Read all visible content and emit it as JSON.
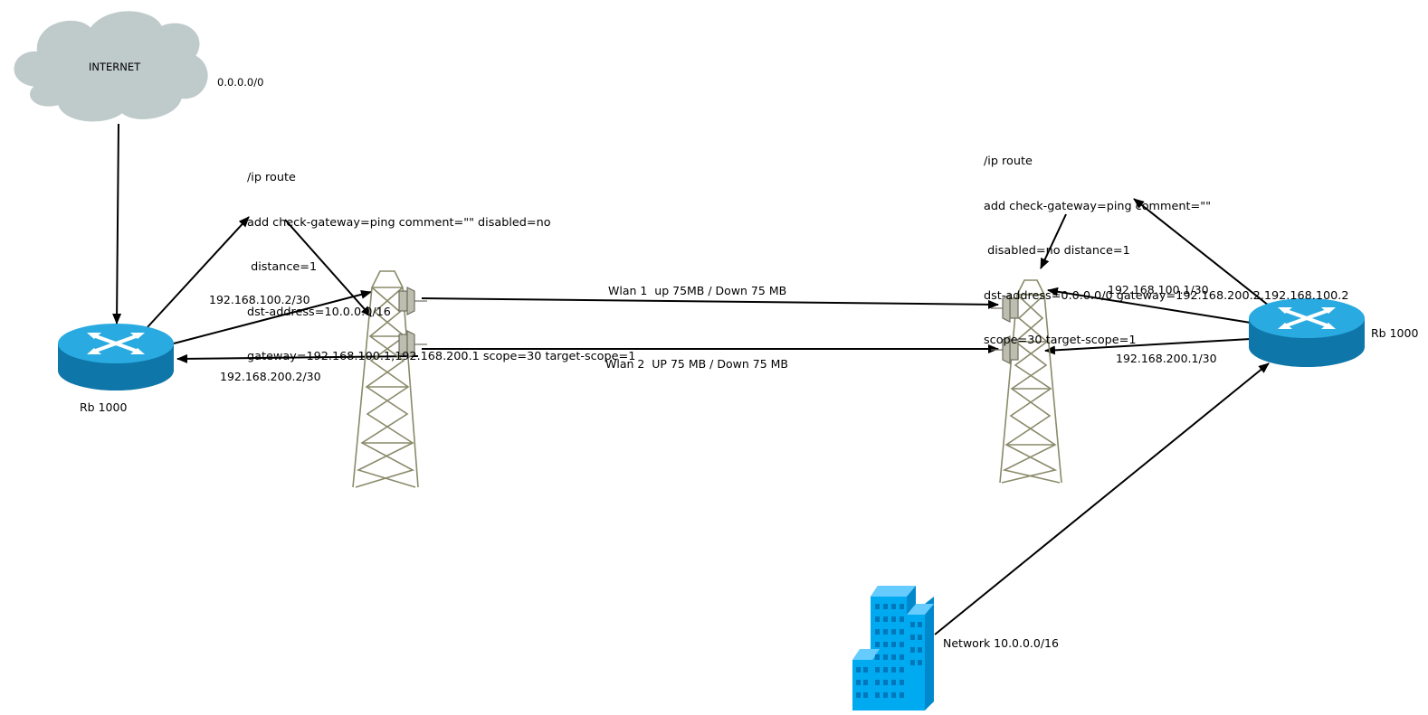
{
  "internet": {
    "label": "INTERNET",
    "route": "0.0.0.0/0"
  },
  "left_router": {
    "label": "Rb 1000",
    "wlan1_ip": "192.168.100.2/30",
    "wlan2_ip": "192.168.200.2/30"
  },
  "left_config": [
    "/ip route",
    "add check-gateway=ping comment=\"\" disabled=no",
    " distance=1",
    "dst-address=10.0.0.0/16",
    "gateway=192.168.100.1,192.168.200.1 scope=30 target-scope=1"
  ],
  "links": {
    "wlan1": "Wlan 1  up 75MB / Down 75 MB",
    "wlan2": "Wlan 2  UP 75 MB / Down 75 MB"
  },
  "right_config": [
    "/ip route",
    "add check-gateway=ping comment=\"\"",
    " disabled=no distance=1",
    "dst-address=0.0.0.0/0 gateway=192.168.200.2,192.168.100.2",
    "scope=30 target-scope=1"
  ],
  "right_router": {
    "label": "Rb 1000",
    "wlan1_ip": "192.168.100.1/30",
    "wlan2_ip": "192.168.200.1/30"
  },
  "network": {
    "label": "Network 10.0.0.0/16"
  },
  "colors": {
    "cloud": "#bfcaca",
    "router_top": "#29aae1",
    "router_side": "#0e76a8",
    "tower": "#8a8a6a",
    "building": "#00aaf0",
    "building_dark": "#0088cc"
  }
}
